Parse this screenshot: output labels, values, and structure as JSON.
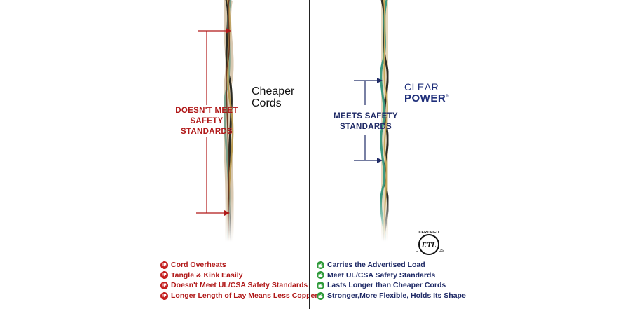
{
  "left": {
    "label_lines": [
      "DOESN'T MEET",
      "SAFETY",
      "STANDARDS"
    ],
    "product_lines": [
      "Cheaper",
      "Cords"
    ],
    "bullets": [
      "Cord Overheats",
      "Tangle & Kink Easily",
      "Doesn't Meet UL/CSA Safety Standards",
      "Longer Length of Lay Means Less Copper"
    ]
  },
  "right": {
    "label_lines": [
      "MEETS SAFETY",
      "STANDARDS"
    ],
    "brand": {
      "line1": "CLEAR",
      "line2": "POWER",
      "reg": "®"
    },
    "cert": {
      "top": "CERTIFIED",
      "mark": "ETL",
      "c": "C",
      "us": "US"
    },
    "bullets": [
      "Carries the Advertised Load",
      "Meet UL/CSA Safety Standards",
      "Lasts Longer than Cheaper Cords",
      "Stronger,More Flexible, Holds Its Shape"
    ]
  },
  "colors": {
    "bad": "#b01818",
    "good": "#1f2a66",
    "bad_icon": "#c42020",
    "good_icon": "#2f9a3a"
  }
}
